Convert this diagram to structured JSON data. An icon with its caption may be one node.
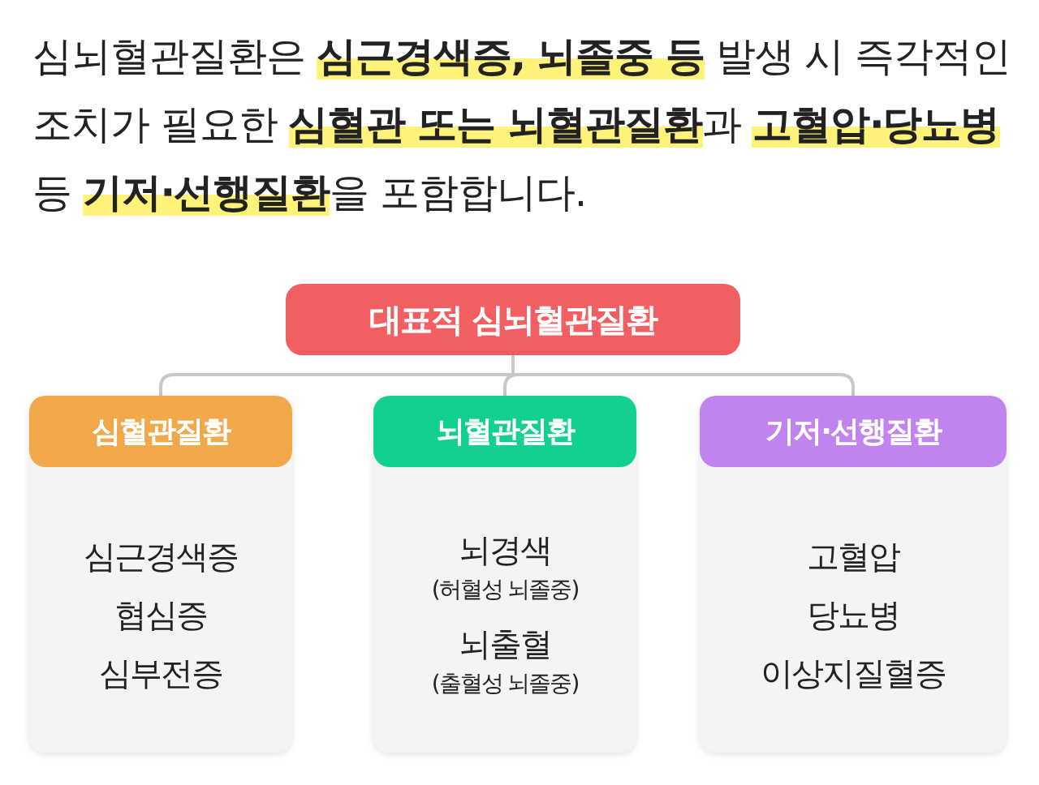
{
  "diagram": {
    "title": "심뇌혈관질환은 **심근경색증, 뇌졸중 등** 발생 시 즉각적인 조치가 필요한 **심혈관 또는 뇌혈관질환**과 **고혈압·당뇨병** 등 **기저·선행질환**을 포함합니다.",
    "nodes": [
      {
        "text": [
          "대표적 심뇌혈관질환"
        ]
      },
      {
        "text": [
          "심혈관질환",
          "심근경색증",
          "협심증",
          "심부전증"
        ]
      },
      {
        "text": [
          "뇌혈관질환",
          "뇌경색",
          "(허혈성 뇌졸중)",
          "뇌출혈",
          "(출혈성 뇌졸중)"
        ]
      },
      {
        "text": [
          "기저·선행질환",
          "고혈압",
          "당뇨병",
          "이상지질혈증"
        ]
      }
    ],
    "edges": [
      {
        "from": 0,
        "to": 1,
        "arrow": "none"
      },
      {
        "from": 0,
        "to": 2,
        "arrow": "none"
      },
      {
        "from": 0,
        "to": 3,
        "arrow": "none"
      }
    ]
  }
}
